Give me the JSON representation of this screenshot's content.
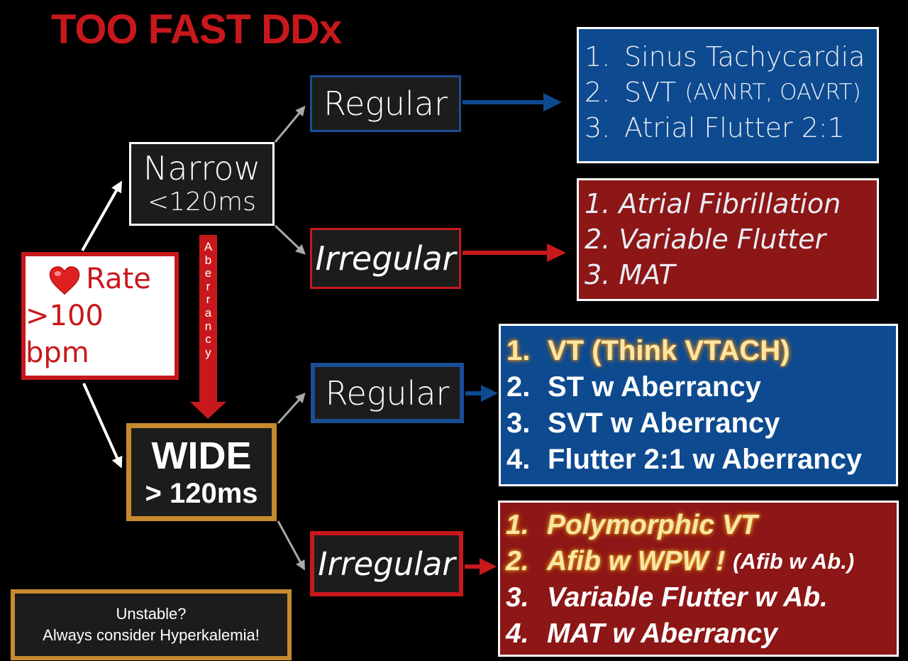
{
  "title": "TOO FAST DDx",
  "rate": {
    "line1": "Rate",
    "line2": ">100 bpm",
    "icon": "heart-icon"
  },
  "narrow": {
    "line1": "Narrow",
    "line2": "<120ms"
  },
  "wide": {
    "line1": "WIDE",
    "line2": "> 120ms"
  },
  "aberrancy": [
    "A",
    "b",
    "e",
    "r",
    "r",
    "a",
    "n",
    "c",
    "y"
  ],
  "branches": {
    "narrow_regular": "Regular",
    "narrow_irregular": "Irregular",
    "wide_regular": "Regular",
    "wide_irregular": "Irregular"
  },
  "narrow_regular_list": [
    {
      "num": "1.",
      "text": "Sinus Tachycardia",
      "note": ""
    },
    {
      "num": "2.",
      "text": "SVT ",
      "note": "(AVNRT, OAVRT)"
    },
    {
      "num": "3.",
      "text": "Atrial Flutter 2:1",
      "note": ""
    }
  ],
  "narrow_irregular_list": [
    "1. Atrial Fibrillation",
    "2. Variable Flutter",
    "3. MAT"
  ],
  "wide_regular_list": [
    {
      "num": "1.",
      "text": "VT (Think VTACH)",
      "highlight": true
    },
    {
      "num": "2.",
      "text": "ST w Aberrancy",
      "highlight": false
    },
    {
      "num": "3.",
      "text": "SVT w Aberrancy",
      "highlight": false
    },
    {
      "num": "4.",
      "text": "Flutter 2:1 w Aberrancy",
      "highlight": false
    }
  ],
  "wide_irregular_list": [
    {
      "num": "1.",
      "text": "Polymorphic VT",
      "note": "",
      "highlight": true
    },
    {
      "num": "2.",
      "text": "Afib w WPW ! ",
      "note": "(Afib w Ab.)",
      "highlight": true
    },
    {
      "num": "3.",
      "text": "Variable Flutter w Ab.",
      "note": "",
      "highlight": false
    },
    {
      "num": "4.",
      "text": "MAT w Aberrancy",
      "note": "",
      "highlight": false
    }
  ],
  "note": {
    "line1": "Unstable?",
    "line2": "Always consider Hyperkalemia!"
  },
  "colors": {
    "red": "#c8181c",
    "blue": "#0d4a90",
    "gold": "#c88a2e",
    "dark_red": "#8d1616"
  }
}
